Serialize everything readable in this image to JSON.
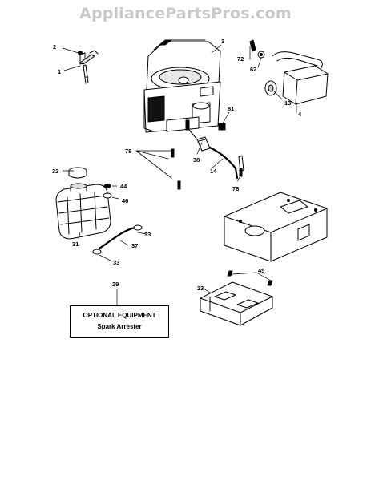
{
  "watermark": "AppliancePartsPros.com",
  "callouts": {
    "c1": "1",
    "c2": "2",
    "c3": "3",
    "c4": "4",
    "c13": "13",
    "c14": "14",
    "c23": "23",
    "c29": "29",
    "c31": "31",
    "c32": "32",
    "c33a": "33",
    "c33b": "33",
    "c37": "37",
    "c38": "38",
    "c44": "44",
    "c45": "45",
    "c46": "46",
    "c62": "62",
    "c72": "72",
    "c78a": "78",
    "c78b": "78",
    "c81": "81"
  },
  "optional_box": {
    "line1": "OPTIONAL EQUIPMENT",
    "line2": "Spark Arrester"
  }
}
